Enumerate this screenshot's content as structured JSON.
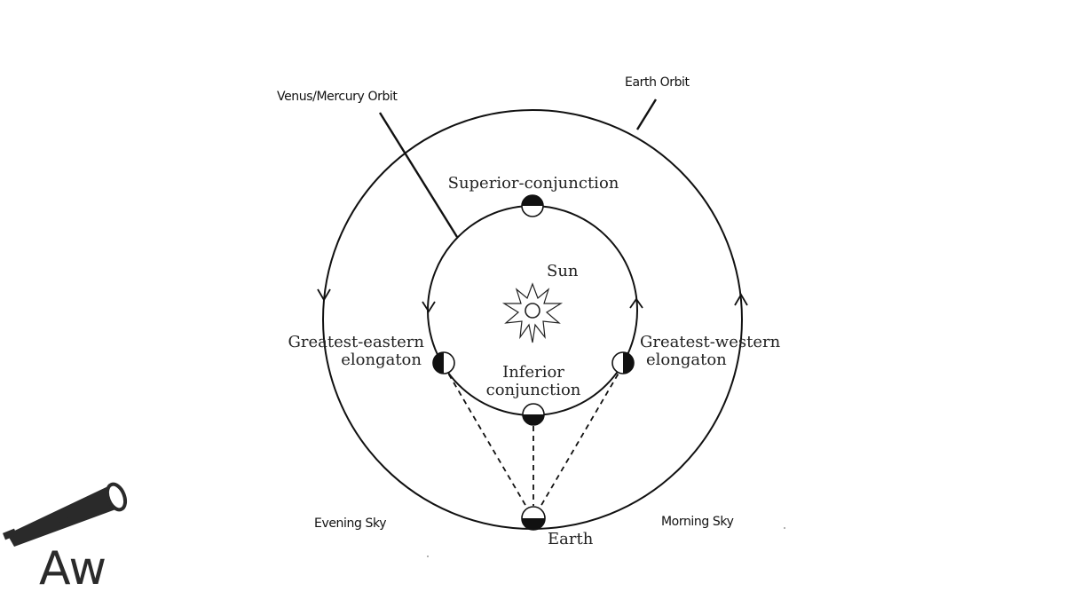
{
  "labels": {
    "venus_orbit": "Venus/Mercury Orbit",
    "earth_orbit": "Earth Orbit",
    "superior": "Superior-conjunction",
    "sun": "Sun",
    "gee_line1": "Greatest-eastern",
    "gee_line2": "elongaton",
    "gwe_line1": "Greatest-western",
    "gwe_line2": "elongaton",
    "inferior_line1": "Inferior",
    "inferior_line2": "conjunction",
    "earth": "Earth",
    "evening": "Evening Sky",
    "morning": "Morning Sky"
  },
  "logo": {
    "text": "Aw",
    "icon": "telescope-icon"
  }
}
